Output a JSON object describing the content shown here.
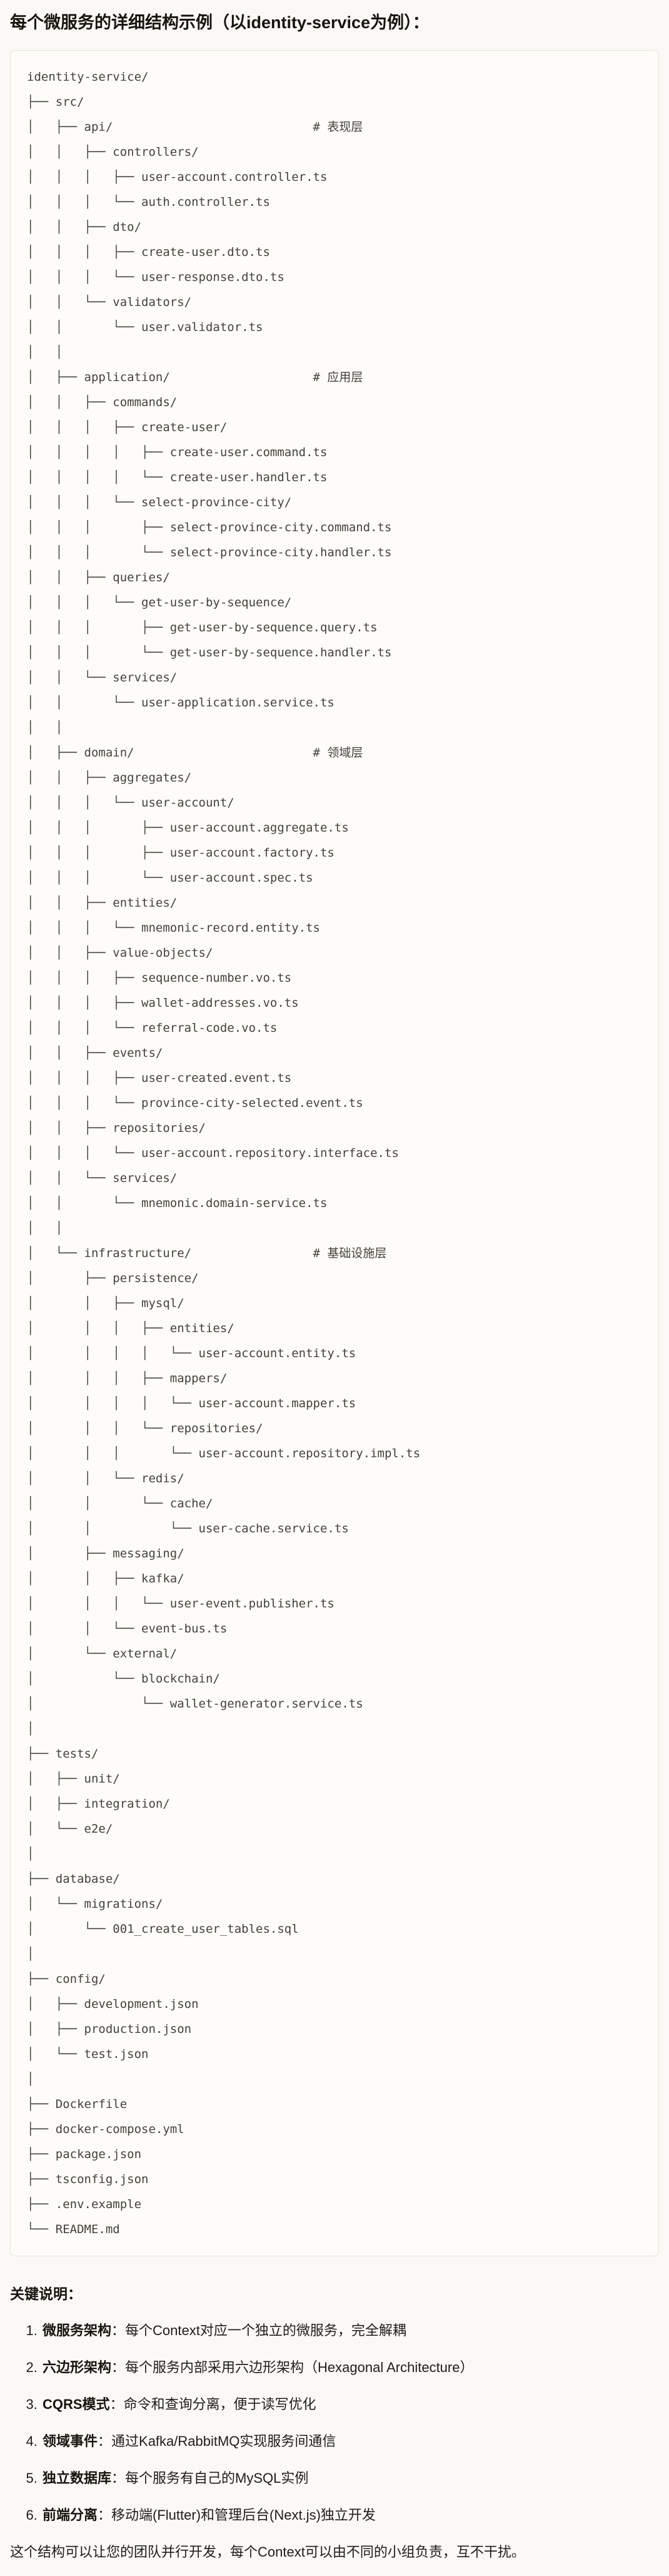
{
  "page": {
    "background_color": "#faf9f5",
    "text_color": "#1f1d1a",
    "title": "每个微服务的详细结构示例（以identity-service为例）："
  },
  "code_block": {
    "background_color": "#fdfcf8",
    "border_color": "#e7e4db",
    "text_color": "#43413b",
    "lines": [
      "identity-service/",
      "├── src/",
      "│   ├── api/                            # 表现层",
      "│   │   ├── controllers/",
      "│   │   │   ├── user-account.controller.ts",
      "│   │   │   └── auth.controller.ts",
      "│   │   ├── dto/",
      "│   │   │   ├── create-user.dto.ts",
      "│   │   │   └── user-response.dto.ts",
      "│   │   └── validators/",
      "│   │       └── user.validator.ts",
      "│   │",
      "│   ├── application/                    # 应用层",
      "│   │   ├── commands/",
      "│   │   │   ├── create-user/",
      "│   │   │   │   ├── create-user.command.ts",
      "│   │   │   │   └── create-user.handler.ts",
      "│   │   │   └── select-province-city/",
      "│   │   │       ├── select-province-city.command.ts",
      "│   │   │       └── select-province-city.handler.ts",
      "│   │   ├── queries/",
      "│   │   │   └── get-user-by-sequence/",
      "│   │   │       ├── get-user-by-sequence.query.ts",
      "│   │   │       └── get-user-by-sequence.handler.ts",
      "│   │   └── services/",
      "│   │       └── user-application.service.ts",
      "│   │",
      "│   ├── domain/                         # 领域层",
      "│   │   ├── aggregates/",
      "│   │   │   └── user-account/",
      "│   │   │       ├── user-account.aggregate.ts",
      "│   │   │       ├── user-account.factory.ts",
      "│   │   │       └── user-account.spec.ts",
      "│   │   ├── entities/",
      "│   │   │   └── mnemonic-record.entity.ts",
      "│   │   ├── value-objects/",
      "│   │   │   ├── sequence-number.vo.ts",
      "│   │   │   ├── wallet-addresses.vo.ts",
      "│   │   │   └── referral-code.vo.ts",
      "│   │   ├── events/",
      "│   │   │   ├── user-created.event.ts",
      "│   │   │   └── province-city-selected.event.ts",
      "│   │   ├── repositories/",
      "│   │   │   └── user-account.repository.interface.ts",
      "│   │   └── services/",
      "│   │       └── mnemonic.domain-service.ts",
      "│   │",
      "│   └── infrastructure/                 # 基础设施层",
      "│       ├── persistence/",
      "│       │   ├── mysql/",
      "│       │   │   ├── entities/",
      "│       │   │   │   └── user-account.entity.ts",
      "│       │   │   ├── mappers/",
      "│       │   │   │   └── user-account.mapper.ts",
      "│       │   │   └── repositories/",
      "│       │   │       └── user-account.repository.impl.ts",
      "│       │   └── redis/",
      "│       │       └── cache/",
      "│       │           └── user-cache.service.ts",
      "│       ├── messaging/",
      "│       │   ├── kafka/",
      "│       │   │   └── user-event.publisher.ts",
      "│       │   └── event-bus.ts",
      "│       └── external/",
      "│           └── blockchain/",
      "│               └── wallet-generator.service.ts",
      "│",
      "├── tests/",
      "│   ├── unit/",
      "│   ├── integration/",
      "│   └── e2e/",
      "│",
      "├── database/",
      "│   └── migrations/",
      "│       └── 001_create_user_tables.sql",
      "│",
      "├── config/",
      "│   ├── development.json",
      "│   ├── production.json",
      "│   └── test.json",
      "│",
      "├── Dockerfile",
      "├── docker-compose.yml",
      "├── package.json",
      "├── tsconfig.json",
      "├── .env.example",
      "└── README.md"
    ]
  },
  "key_notes": {
    "heading": "关键说明：",
    "items": [
      {
        "term": "微服务架构",
        "desc": "：每个Context对应一个独立的微服务，完全解耦"
      },
      {
        "term": "六边形架构",
        "desc": "：每个服务内部采用六边形架构（Hexagonal Architecture）"
      },
      {
        "term": "CQRS模式",
        "desc": "：命令和查询分离，便于读写优化"
      },
      {
        "term": "领域事件",
        "desc": "：通过Kafka/RabbitMQ实现服务间通信"
      },
      {
        "term": "独立数据库",
        "desc": "：每个服务有自己的MySQL实例"
      },
      {
        "term": "前端分离",
        "desc": "：移动端(Flutter)和管理后台(Next.js)独立开发"
      }
    ],
    "footer": "这个结构可以让您的团队并行开发，每个Context可以由不同的小组负责，互不干扰。"
  }
}
